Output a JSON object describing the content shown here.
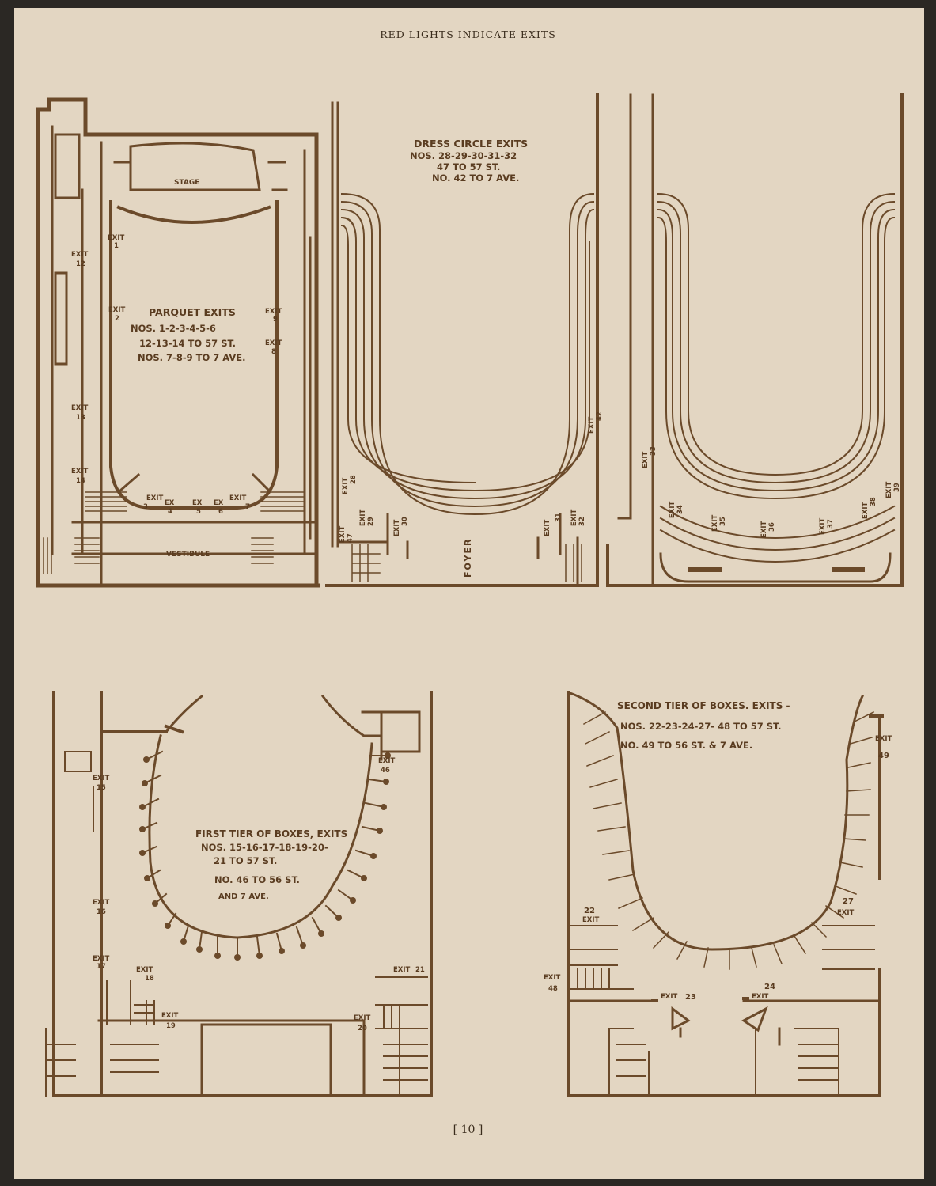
{
  "header": "RED LIGHTS INDICATE EXITS",
  "page_number": "[ 10 ]",
  "parquet": {
    "stage": "STAGE",
    "vestibule": "VESTIBULE",
    "title": "PARQUET EXITS",
    "line1": "NOS. 1-2-3-4-5-6",
    "line2": "12-13-14 TO 57 ST.",
    "line3": "NOS. 7-8-9 TO 7 AVE.",
    "exit_word": "EXIT",
    "ex_word": "EX",
    "n1": "1",
    "n2": "2",
    "n3": "3",
    "n4": "4",
    "n5": "5",
    "n6": "6",
    "n7": "7",
    "n8": "8",
    "n9": "9",
    "n12": "12",
    "n13": "13",
    "n14": "14"
  },
  "dress_circle": {
    "title": "DRESS CIRCLE EXITS",
    "line1": "NOS. 28-29-30-31-32 & 47 TO 57 ST.",
    "line1a": "NOS. 28-29-30-31-32",
    "line2": "47 TO 57 ST.",
    "line3": "NO. 42 TO 7 AVE.",
    "foyer": "FOYER",
    "exit_word": "EXIT",
    "n28": "28",
    "n29": "29",
    "n30": "30",
    "n31": "31",
    "n32": "32",
    "n42": "42",
    "n47": "47",
    "n33": "33",
    "n34": "34",
    "n35": "35",
    "n36": "36",
    "n37": "37",
    "n38": "38",
    "n39": "39"
  },
  "first_tier": {
    "title": "FIRST TIER OF BOXES, EXITS",
    "line1": "NOS. 15-16-17-18-19-20-",
    "line2": "21 TO 57 ST.",
    "line3": "NO. 46 TO 56 ST.",
    "line4": "AND 7 AVE.",
    "exit_word": "EXIT",
    "n15": "15",
    "n16": "16",
    "n17": "17",
    "n18": "18",
    "n19": "19",
    "n20": "20",
    "n21": "21",
    "n46": "46"
  },
  "second_tier": {
    "title": "SECOND TIER OF BOXES. EXITS -",
    "line1": "NOS. 22-23-24-27- 48 TO 57 ST.",
    "line2": "NO. 49 TO 56 ST. & 7 AVE.",
    "exit_word": "EXIT",
    "n22": "22",
    "n23": "23",
    "n24": "24",
    "n27": "27",
    "n48": "48",
    "n49": "49"
  }
}
